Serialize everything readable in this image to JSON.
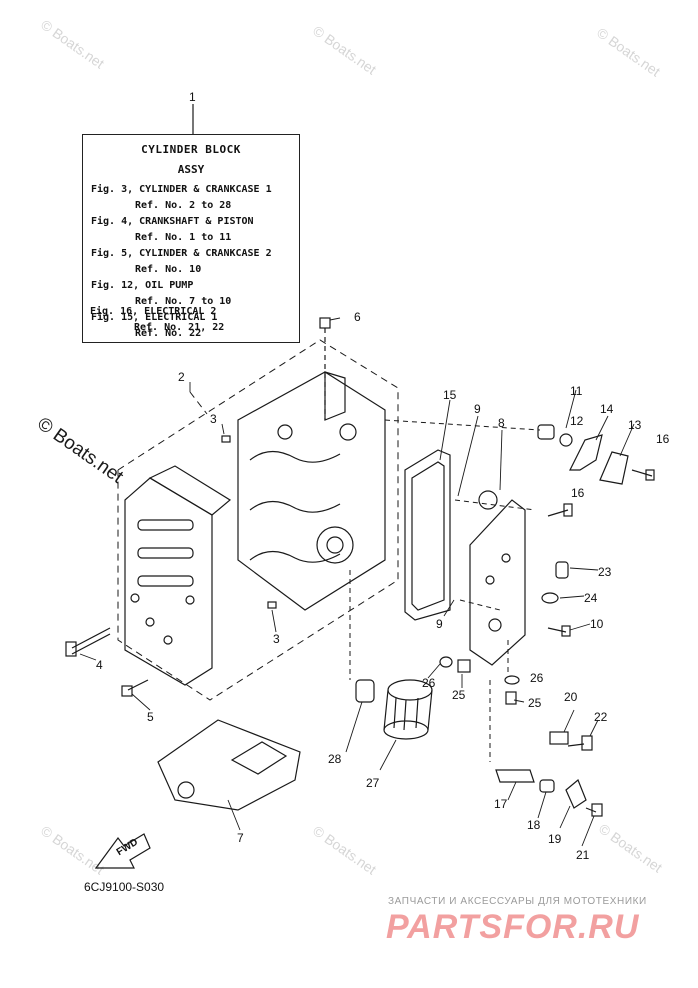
{
  "legend": {
    "title": "CYLINDER BLOCK",
    "subtitle": "ASSY",
    "entries": [
      {
        "fig": "Fig. 3, CYLINDER & CRANKCASE 1",
        "ref": "Ref. No. 2 to 28"
      },
      {
        "fig": "Fig. 4, CRANKSHAFT & PISTON",
        "ref": "Ref. No. 1 to 11"
      },
      {
        "fig": "Fig. 5, CYLINDER & CRANKCASE 2",
        "ref": "Ref. No. 10"
      },
      {
        "fig": "Fig. 12, OIL PUMP",
        "ref": "Ref. No. 7 to 10"
      },
      {
        "fig": "Fig. 15, ELECTRICAL 1",
        "ref": "Ref. No. 22"
      },
      {
        "fig": "Fig. 16, ELECTRICAL 2",
        "ref": "Ref. No. 21, 22"
      }
    ]
  },
  "callouts": [
    "1",
    "2",
    "3",
    "3",
    "4",
    "5",
    "6",
    "7",
    "8",
    "9",
    "9",
    "10",
    "11",
    "12",
    "13",
    "14",
    "15",
    "16",
    "16",
    "17",
    "18",
    "19",
    "20",
    "21",
    "22",
    "23",
    "24",
    "25",
    "25",
    "26",
    "26",
    "27",
    "28"
  ],
  "fwd_label": "FWD",
  "diagram_code": "6CJ9100-S030",
  "watermark": "© Boats.net",
  "shop": {
    "tagline": "ЗАПЧАСТИ И АКСЕССУАРЫ ДЛЯ МОТОТЕХНИКИ",
    "logo": "PARTSFOR.RU"
  }
}
